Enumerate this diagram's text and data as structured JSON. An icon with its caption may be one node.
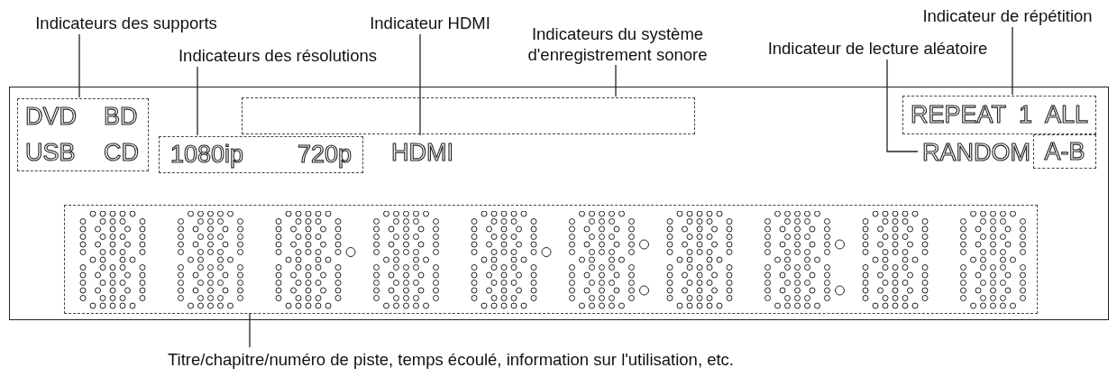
{
  "diagram": {
    "nodes": [
      {
        "text": [
          "Indicateurs des supports"
        ]
      },
      {
        "text": [
          "Indicateurs des résolutions"
        ]
      },
      {
        "text": [
          "Indicateur HDMI"
        ]
      },
      {
        "text": [
          "Indicateurs du système d'enregistrement sonore"
        ]
      },
      {
        "text": [
          "Indicateur de lecture aléatoire"
        ]
      },
      {
        "text": [
          "Indicateur de répétition"
        ]
      },
      {
        "text": [
          "Titre/chapitre/numéro de piste, temps écoulé, information sur l'utilisation, etc."
        ]
      },
      {
        "text": [],
        "shape": "box"
      },
      {
        "text": [
          "DVD",
          "BD",
          "USB",
          "CD"
        ],
        "in": 7
      },
      {
        "text": [
          "1080ip",
          "720p"
        ],
        "in": 7
      },
      {
        "text": [
          "HDMI"
        ],
        "in": 7
      },
      {
        "text": [],
        "shape": "box",
        "in": 7
      },
      {
        "text": [
          "REPEAT",
          "1",
          "ALL"
        ],
        "in": 7
      },
      {
        "text": [
          "RANDOM"
        ],
        "in": 7
      },
      {
        "text": [
          "A-B"
        ],
        "in": 7
      },
      {
        "text": [],
        "shape": "box",
        "in": 7
      }
    ],
    "edges": [
      {
        "from": 0,
        "to": 8,
        "arrow": "none"
      },
      {
        "from": 1,
        "to": 9,
        "arrow": "none"
      },
      {
        "from": 2,
        "to": 10,
        "arrow": "none"
      },
      {
        "from": 3,
        "to": 11,
        "arrow": "none"
      },
      {
        "from": 4,
        "to": 13,
        "arrow": "none"
      },
      {
        "from": 5,
        "to": 12,
        "arrow": "none"
      },
      {
        "from": 6,
        "to": 15,
        "arrow": "none"
      }
    ]
  }
}
